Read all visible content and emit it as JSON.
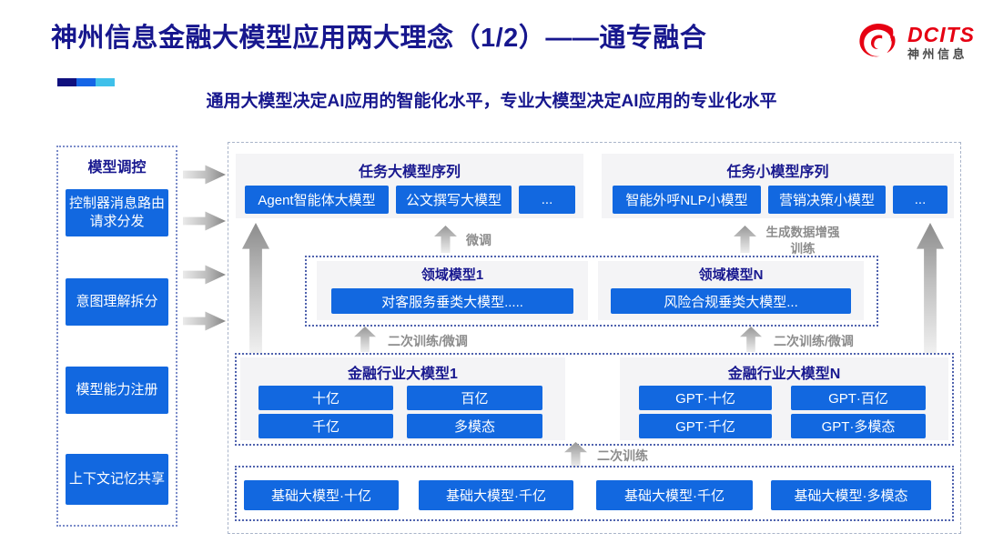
{
  "page": {
    "title": "神州信息金融大模型应用两大理念（1/2）——通专融合",
    "subtitle": "通用大模型决定AI应用的智能化水平，专业大模型决定AI应用的专业化水平"
  },
  "logo": {
    "brand": "DCITS",
    "company": "神州信息"
  },
  "colors": {
    "navy_text": "#17178E",
    "button_blue": "#1268E0",
    "accent_dark": "#10107E",
    "accent_mid": "#1565E6",
    "accent_cyan": "#3FC0EA",
    "logo_red": "#E60012",
    "panel_gray": "#F4F4F6",
    "arrow_gray": "#8C8C8C"
  },
  "sidebar": {
    "title": "模型调控",
    "items": [
      {
        "label": "控制器消息路由请求分发"
      },
      {
        "label": "意图理解拆分"
      },
      {
        "label": "模型能力注册"
      },
      {
        "label": "上下文记忆共享"
      }
    ]
  },
  "task_large": {
    "title": "任务大模型序列",
    "items": [
      "Agent智能体大模型",
      "公文撰写大模型",
      "..."
    ]
  },
  "task_small": {
    "title": "任务小模型序列",
    "items": [
      "智能外呼NLP小模型",
      "营销决策小模型",
      "..."
    ]
  },
  "domain_models": [
    {
      "title": "领域模型1",
      "item": "对客服务垂类大模型....."
    },
    {
      "title": "领域模型N",
      "item": "风险合规垂类大模型..."
    }
  ],
  "industry_models": [
    {
      "title": "金融行业大模型1",
      "items": [
        "十亿",
        "百亿",
        "千亿",
        "多模态"
      ]
    },
    {
      "title": "金融行业大模型N",
      "items": [
        "GPT·十亿",
        "GPT·百亿",
        "GPT·千亿",
        "GPT·多模态"
      ]
    }
  ],
  "base_models": [
    "基础大模型·十亿",
    "基础大模型·千亿",
    "基础大模型·千亿",
    "基础大模型·多模态"
  ],
  "annotations": {
    "fine_tune": "微调",
    "gen_data_training": "生成数据增强训练",
    "retrain_finetune": "二次训练/微调",
    "retrain": "二次训练"
  }
}
